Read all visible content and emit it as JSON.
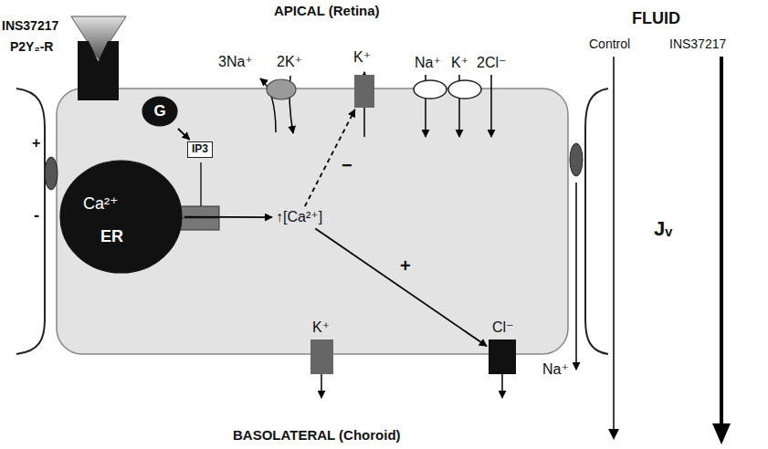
{
  "diagram": {
    "nodes": [
      {
        "text": [
          "INS37217"
        ]
      },
      {
        "text": [
          "P2Y₂-R"
        ]
      },
      {
        "text": [
          "G"
        ]
      },
      {
        "text": [
          "IP3"
        ]
      },
      {
        "text": [
          "Ca²⁺",
          "ER"
        ]
      },
      {
        "text": [
          "↑[Ca²⁺]"
        ]
      },
      {
        "text": [
          "3Na⁺",
          "2K⁺"
        ]
      },
      {
        "text": [
          "K⁺"
        ]
      },
      {
        "text": [
          "Na⁺",
          "K⁺",
          "2Cl⁻"
        ]
      },
      {
        "text": [
          "K⁺"
        ]
      },
      {
        "text": [
          "Cl⁻"
        ]
      }
    ],
    "edges": [
      {
        "from": 2,
        "to": 3,
        "arrow": "to"
      },
      {
        "from": 4,
        "to": 5,
        "arrow": "to"
      },
      {
        "from": 5,
        "to": 7,
        "label": "−",
        "arrow": "to"
      },
      {
        "from": 5,
        "to": 10,
        "label": "+",
        "arrow": "to"
      }
    ],
    "labels": [
      "APICAL (Retina)",
      "+",
      "-",
      "FLUID",
      "Control",
      "INS37217",
      "Jᵥ",
      "Na⁺",
      "BASOLATERAL (Choroid)"
    ]
  }
}
